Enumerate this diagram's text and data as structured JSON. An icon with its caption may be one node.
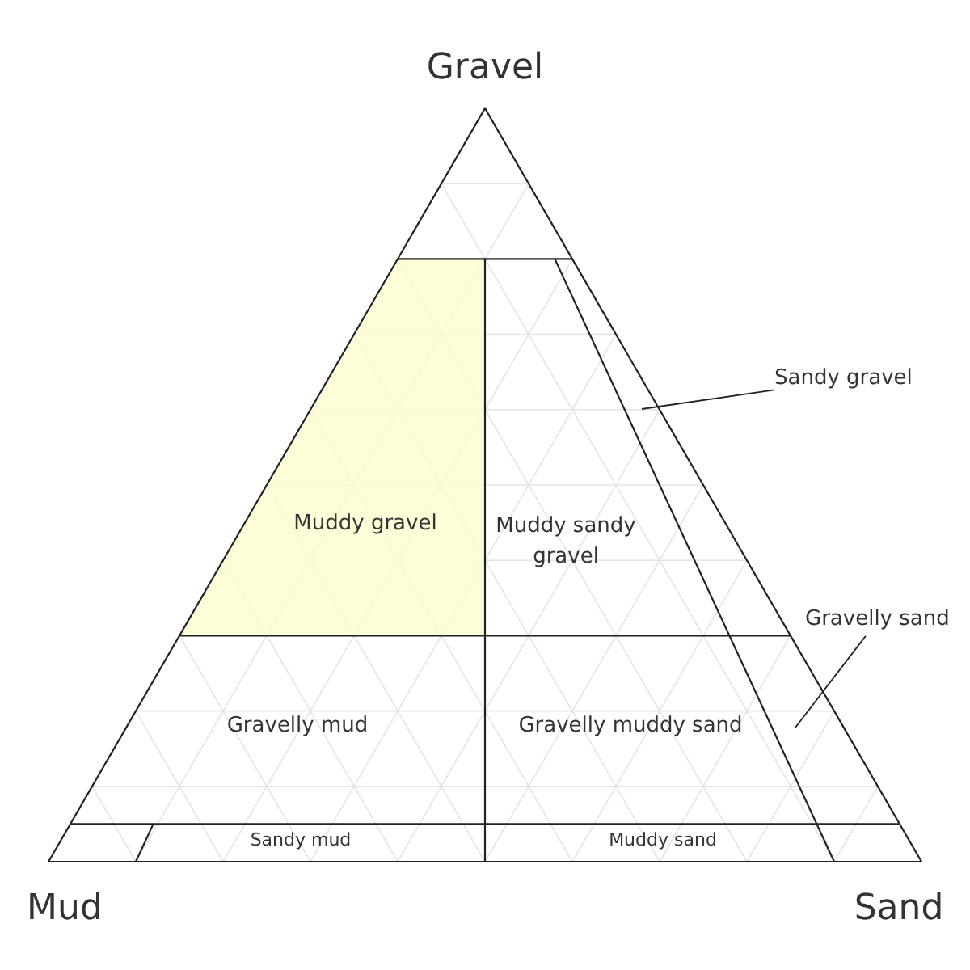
{
  "diagram": {
    "nodes": [
      {
        "text": [
          "Muddy gravel"
        ]
      },
      {
        "text": [
          "Muddy sandy gravel"
        ]
      },
      {
        "text": [
          "Sandy gravel"
        ]
      },
      {
        "text": [
          "Gravelly sand"
        ]
      },
      {
        "text": [
          "Gravelly mud"
        ]
      },
      {
        "text": [
          "Gravelly muddy sand"
        ]
      },
      {
        "text": [
          "Sandy mud"
        ]
      },
      {
        "text": [
          "Muddy sand"
        ]
      }
    ],
    "edges": [
      {
        "from": 2,
        "to": null,
        "arrow": "none"
      },
      {
        "from": 3,
        "to": null,
        "arrow": "none"
      }
    ],
    "labels": [
      "Gravel",
      "Mud",
      "Sand"
    ]
  }
}
